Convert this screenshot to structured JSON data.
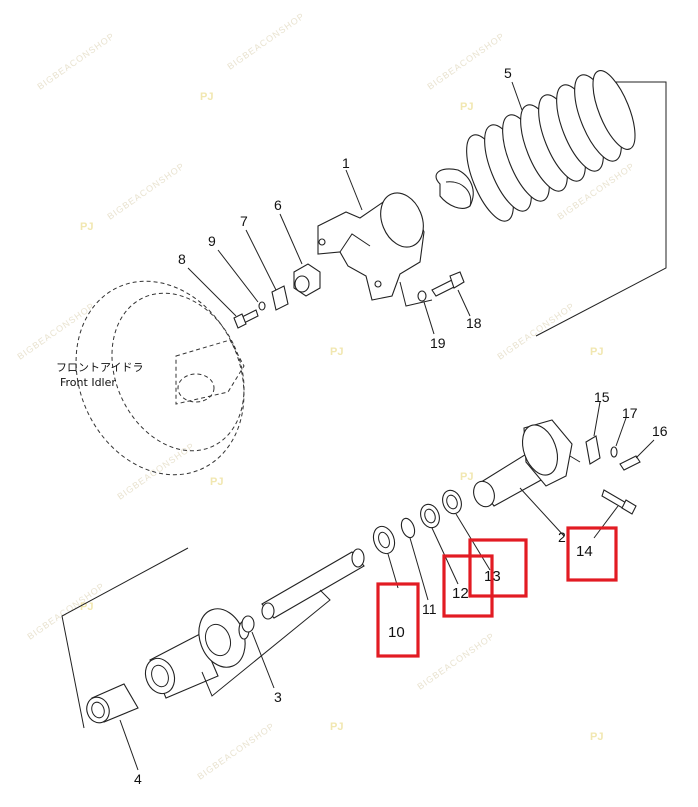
{
  "note": {
    "jp": "フロントアイドラ",
    "en": "Front Idler"
  },
  "labels": {
    "p1": "1",
    "p2": "2",
    "p3": "3",
    "p4": "4",
    "p5": "5",
    "p6": "6",
    "p7": "7",
    "p8": "8",
    "p9": "9",
    "p10": "10",
    "p11": "11",
    "p12": "12",
    "p13": "13",
    "p14": "14",
    "p15": "15",
    "p16": "16",
    "p17": "17",
    "p18": "18",
    "p19": "19"
  },
  "highlight_color": "#e21b23"
}
